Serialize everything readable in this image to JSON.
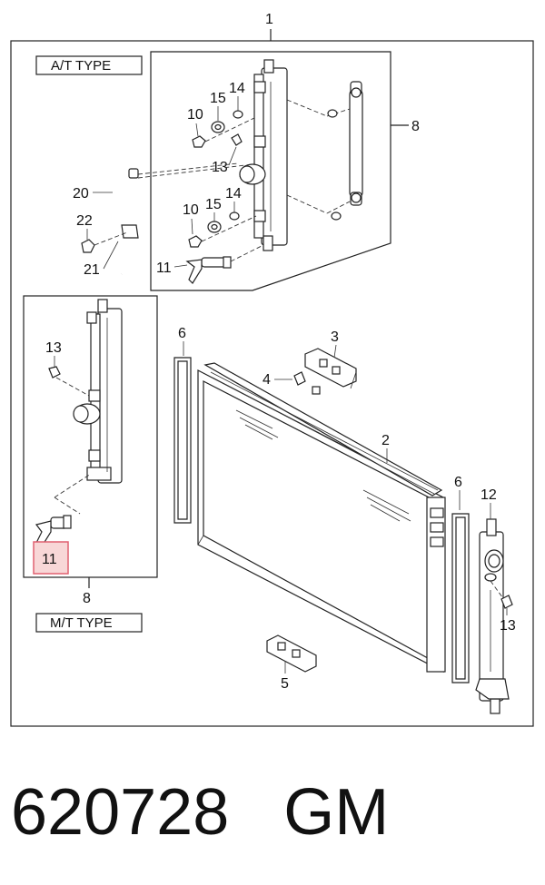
{
  "diagram": {
    "labels": {
      "p1": "1",
      "p2": "2",
      "p3": "3",
      "p4": "4",
      "p5": "5",
      "p6a": "6",
      "p6b": "6",
      "p8a": "8",
      "p8b": "8",
      "p10a": "10",
      "p10b": "10",
      "p11a": "11",
      "p11b": "11",
      "p12": "12",
      "p13a": "13",
      "p13b": "13",
      "p13c": "13",
      "p14a": "14",
      "p14b": "14",
      "p15a": "15",
      "p15b": "15",
      "p20": "20",
      "p21": "21",
      "p22": "22"
    },
    "at_type_label": "A/T TYPE",
    "mt_type_label": "M/T TYPE",
    "highlight_color": "#e06070"
  },
  "caption": {
    "part_number": "620728",
    "brand": "GM"
  }
}
